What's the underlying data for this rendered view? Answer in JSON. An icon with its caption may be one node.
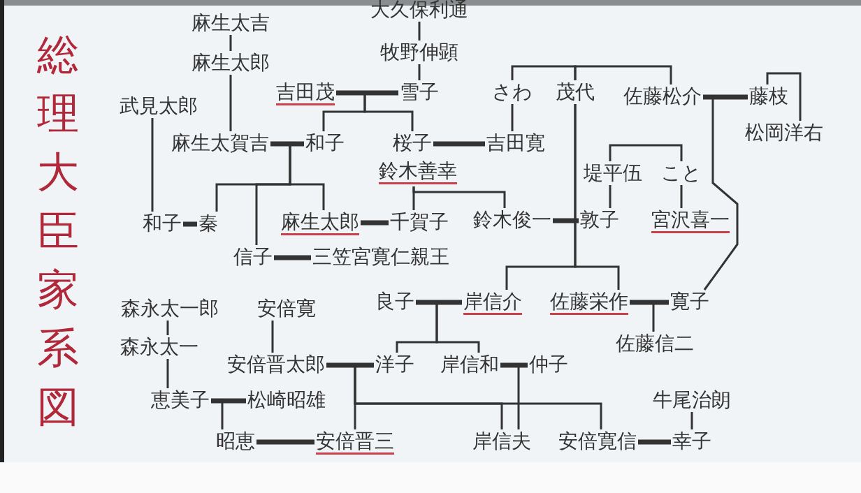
{
  "diagram": {
    "title": "総理大臣家系図",
    "nodes": [
      {
        "text": [
          "麻生太吉"
        ]
      },
      {
        "text": [
          "麻生太郎"
        ]
      },
      {
        "text": [
          "大久保利通"
        ]
      },
      {
        "text": [
          "牧野伸顕"
        ]
      },
      {
        "text": [
          "吉田茂"
        ]
      },
      {
        "text": [
          "雪子"
        ]
      },
      {
        "text": [
          "武見太郎"
        ]
      },
      {
        "text": [
          "麻生太賀吉"
        ]
      },
      {
        "text": [
          "和子"
        ]
      },
      {
        "text": [
          "桜子"
        ]
      },
      {
        "text": [
          "吉田寛"
        ]
      },
      {
        "text": [
          "さわ"
        ]
      },
      {
        "text": [
          "茂代"
        ]
      },
      {
        "text": [
          "佐藤松介"
        ]
      },
      {
        "text": [
          "藤枝"
        ]
      },
      {
        "text": [
          "松岡洋右"
        ]
      },
      {
        "text": [
          "鈴木善幸"
        ]
      },
      {
        "text": [
          "堤平伍"
        ]
      },
      {
        "text": [
          "こと"
        ]
      },
      {
        "text": [
          "和子"
        ]
      },
      {
        "text": [
          "秦"
        ]
      },
      {
        "text": [
          "麻生太郎"
        ]
      },
      {
        "text": [
          "千賀子"
        ]
      },
      {
        "text": [
          "鈴木俊一"
        ]
      },
      {
        "text": [
          "敦子"
        ]
      },
      {
        "text": [
          "宮沢喜一"
        ]
      },
      {
        "text": [
          "信子"
        ]
      },
      {
        "text": [
          "三笠宮寛仁親王"
        ]
      },
      {
        "text": [
          "良子"
        ]
      },
      {
        "text": [
          "岸信介"
        ]
      },
      {
        "text": [
          "佐藤栄作"
        ]
      },
      {
        "text": [
          "寛子"
        ]
      },
      {
        "text": [
          "佐藤信二"
        ]
      },
      {
        "text": [
          "森永太一郎"
        ]
      },
      {
        "text": [
          "安倍寛"
        ]
      },
      {
        "text": [
          "森永太一"
        ]
      },
      {
        "text": [
          "安倍晋太郎"
        ]
      },
      {
        "text": [
          "洋子"
        ]
      },
      {
        "text": [
          "岸信和"
        ]
      },
      {
        "text": [
          "仲子"
        ]
      },
      {
        "text": [
          "恵美子"
        ]
      },
      {
        "text": [
          "松崎昭雄"
        ]
      },
      {
        "text": [
          "牛尾治朗"
        ]
      },
      {
        "text": [
          "昭恵"
        ]
      },
      {
        "text": [
          "安倍晋三"
        ]
      },
      {
        "text": [
          "岸信夫"
        ]
      },
      {
        "text": [
          "安倍寛信"
        ]
      },
      {
        "text": [
          "幸子"
        ]
      }
    ],
    "edges": [
      {
        "from": 0,
        "to": 1,
        "arrow": "none"
      },
      {
        "from": 1,
        "to": 7,
        "arrow": "none"
      },
      {
        "from": 2,
        "to": 3,
        "arrow": "none"
      },
      {
        "from": 3,
        "to": 5,
        "arrow": "none"
      },
      {
        "from": 4,
        "to": 5,
        "arrow": "none",
        "style": "thick"
      },
      {
        "from": 4,
        "to": 8,
        "arrow": "none"
      },
      {
        "from": 4,
        "to": 9,
        "arrow": "none"
      },
      {
        "from": 7,
        "to": 8,
        "arrow": "none",
        "style": "thick"
      },
      {
        "from": 9,
        "to": 10,
        "arrow": "none",
        "style": "thick"
      },
      {
        "from": 11,
        "to": 12,
        "arrow": "none"
      },
      {
        "from": 12,
        "to": 13,
        "arrow": "none"
      },
      {
        "from": 11,
        "to": 10,
        "arrow": "none"
      },
      {
        "from": 13,
        "to": 14,
        "arrow": "none",
        "style": "thick"
      },
      {
        "from": 14,
        "to": 15,
        "arrow": "none"
      },
      {
        "from": 13,
        "to": 31,
        "arrow": "none"
      },
      {
        "from": 16,
        "to": 22,
        "arrow": "none"
      },
      {
        "from": 16,
        "to": 23,
        "arrow": "none"
      },
      {
        "from": 17,
        "to": 18,
        "arrow": "none"
      },
      {
        "from": 17,
        "to": 24,
        "arrow": "none"
      },
      {
        "from": 18,
        "to": 25,
        "arrow": "none"
      },
      {
        "from": 6,
        "to": 19,
        "arrow": "none"
      },
      {
        "from": 7,
        "to": 20,
        "arrow": "none"
      },
      {
        "from": 7,
        "to": 26,
        "arrow": "none"
      },
      {
        "from": 7,
        "to": 21,
        "arrow": "none"
      },
      {
        "from": 19,
        "to": 20,
        "arrow": "none",
        "style": "thick"
      },
      {
        "from": 21,
        "to": 22,
        "arrow": "none",
        "style": "thick"
      },
      {
        "from": 23,
        "to": 24,
        "arrow": "none",
        "style": "thick"
      },
      {
        "from": 26,
        "to": 27,
        "arrow": "none",
        "style": "thick"
      },
      {
        "from": 12,
        "to": 29,
        "arrow": "none"
      },
      {
        "from": 12,
        "to": 30,
        "arrow": "none"
      },
      {
        "from": 28,
        "to": 29,
        "arrow": "none",
        "style": "thick"
      },
      {
        "from": 28,
        "to": 37,
        "arrow": "none"
      },
      {
        "from": 28,
        "to": 38,
        "arrow": "none"
      },
      {
        "from": 30,
        "to": 31,
        "arrow": "none",
        "style": "thick"
      },
      {
        "from": 30,
        "to": 32,
        "arrow": "none"
      },
      {
        "from": 33,
        "to": 35,
        "arrow": "none"
      },
      {
        "from": 35,
        "to": 40,
        "arrow": "none"
      },
      {
        "from": 34,
        "to": 36,
        "arrow": "none"
      },
      {
        "from": 36,
        "to": 37,
        "arrow": "none",
        "style": "thick"
      },
      {
        "from": 36,
        "to": 44,
        "arrow": "none"
      },
      {
        "from": 36,
        "to": 45,
        "arrow": "none"
      },
      {
        "from": 36,
        "to": 46,
        "arrow": "none"
      },
      {
        "from": 38,
        "to": 39,
        "arrow": "none",
        "style": "thick"
      },
      {
        "from": 38,
        "to": 45,
        "arrow": "none"
      },
      {
        "from": 40,
        "to": 41,
        "arrow": "none",
        "style": "thick"
      },
      {
        "from": 40,
        "to": 43,
        "arrow": "none"
      },
      {
        "from": 43,
        "to": 44,
        "arrow": "none",
        "style": "thick"
      },
      {
        "from": 42,
        "to": 47,
        "arrow": "none"
      },
      {
        "from": 46,
        "to": 47,
        "arrow": "none",
        "style": "thick"
      }
    ]
  }
}
